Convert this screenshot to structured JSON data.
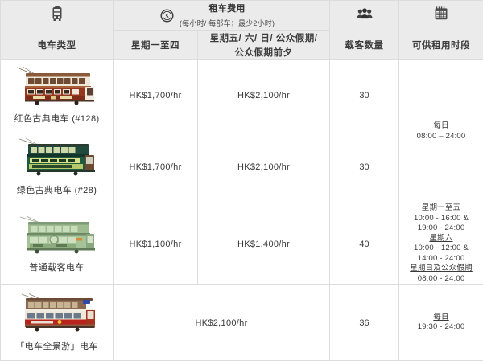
{
  "header": {
    "tram_type": {
      "icon": "tram-icon",
      "label": "电车类型"
    },
    "fee": {
      "icon": "dollar-coin-icon",
      "title": "租车费用",
      "subtitle": "(每小时/ 每部车；最少2小时)",
      "col_weekday": "星期一至四",
      "col_weekend_line1": "星期五/ 六/ 日/ 公众假期/",
      "col_weekend_line2": "公众假期前夕"
    },
    "capacity": {
      "icon": "people-group-icon",
      "label": "载客数量"
    },
    "schedule": {
      "icon": "calendar-icon",
      "label": "可供租用时段"
    }
  },
  "rows": [
    {
      "tram_image": "red-classic-tram",
      "tram_name": "红色古典电车 (#128)",
      "price_weekday": "HK$1,700/hr",
      "price_weekend": "HK$2,100/hr",
      "capacity": "30"
    },
    {
      "tram_image": "green-classic-tram",
      "tram_name": "绿色古典电车 (#28)",
      "price_weekday": "HK$1,700/hr",
      "price_weekend": "HK$2,100/hr",
      "capacity": "30"
    },
    {
      "tram_image": "standard-passenger-tram",
      "tram_name": "普通载客电车",
      "price_weekday": "HK$1,100/hr",
      "price_weekend": "HK$1,400/hr",
      "capacity": "40"
    },
    {
      "tram_image": "tramoramic-tram",
      "tram_name": "「电车全景游」电车",
      "price_span": "HK$2,100/hr",
      "capacity": "36"
    }
  ],
  "schedules": {
    "rows12": [
      {
        "heading": "每日",
        "time": "08:00 – 24:00"
      }
    ],
    "row3": [
      {
        "heading": "星期一至五",
        "time1": "10:00 - 16:00 &",
        "time2": "19:00 - 24:00"
      },
      {
        "heading": "星期六",
        "time1": "10:00 - 12:00 &",
        "time2": "14:00 - 24:00"
      },
      {
        "heading": "星期日及公众假期",
        "time1": "08:00 - 24:00",
        "time2": ""
      }
    ],
    "row4": [
      {
        "heading": "每日",
        "time": "19:30 - 24:00"
      }
    ]
  }
}
